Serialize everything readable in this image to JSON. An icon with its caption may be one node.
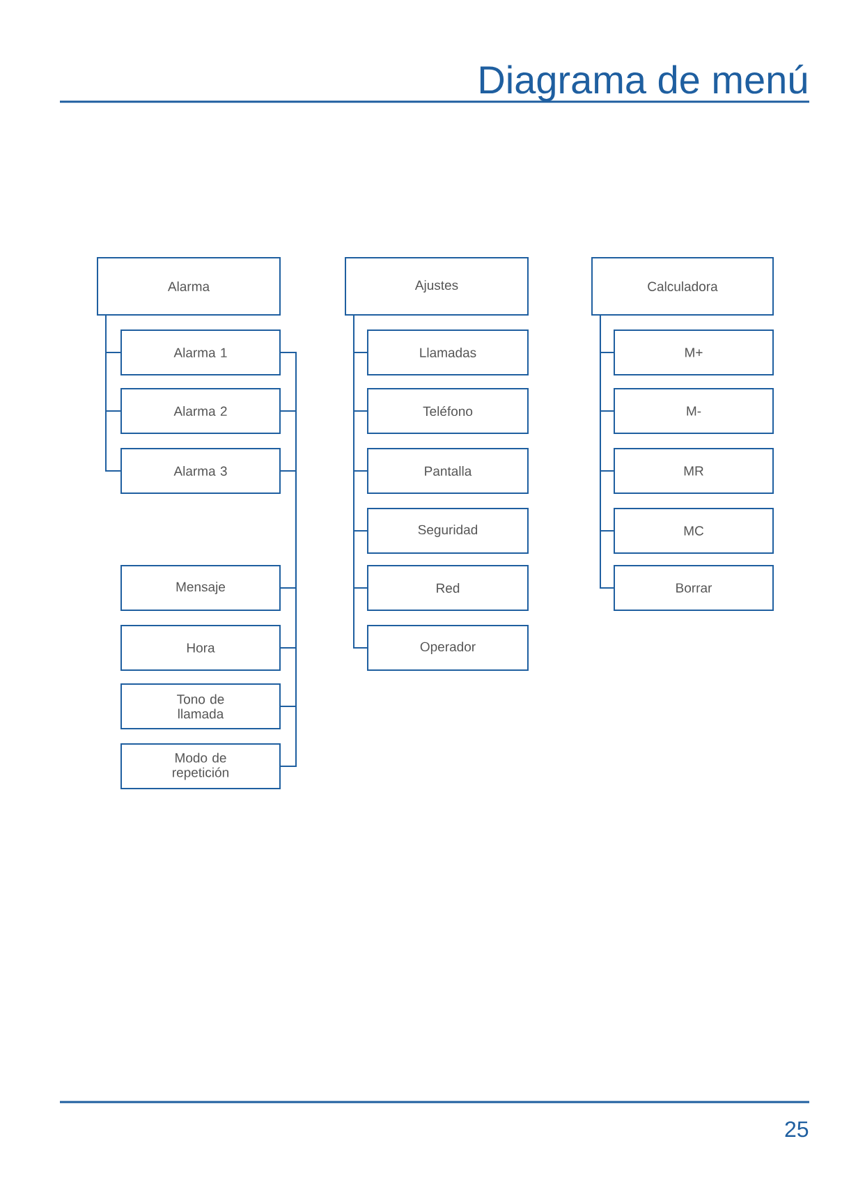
{
  "diagram": {
    "title": "Diagrama de menú",
    "nodes": [
      {
        "text": [
          "Alarma"
        ]
      },
      {
        "text": [
          "Alarma 1"
        ]
      },
      {
        "text": [
          "Alarma 2"
        ]
      },
      {
        "text": [
          "Alarma 3"
        ]
      },
      {
        "text": [
          "Mensaje"
        ]
      },
      {
        "text": [
          "Hora"
        ]
      },
      {
        "text": [
          "Tono de llamada"
        ]
      },
      {
        "text": [
          "Modo de repetición"
        ]
      },
      {
        "text": [
          "Ajustes"
        ]
      },
      {
        "text": [
          "Llamadas"
        ]
      },
      {
        "text": [
          "Teléfono"
        ]
      },
      {
        "text": [
          "Pantalla"
        ]
      },
      {
        "text": [
          "Seguridad"
        ]
      },
      {
        "text": [
          "Red"
        ]
      },
      {
        "text": [
          "Operador"
        ]
      },
      {
        "text": [
          "Calculadora"
        ]
      },
      {
        "text": [
          "M+"
        ]
      },
      {
        "text": [
          "M-"
        ]
      },
      {
        "text": [
          "MR"
        ]
      },
      {
        "text": [
          "MC"
        ]
      },
      {
        "text": [
          "Borrar"
        ]
      }
    ],
    "edges": [
      {
        "from": 0,
        "to": 1,
        "arrow": "none"
      },
      {
        "from": 0,
        "to": 2,
        "arrow": "none"
      },
      {
        "from": 0,
        "to": 3,
        "arrow": "none"
      },
      {
        "from": 1,
        "to": 4,
        "arrow": "none"
      },
      {
        "from": 1,
        "to": 5,
        "arrow": "none"
      },
      {
        "from": 1,
        "to": 6,
        "arrow": "none"
      },
      {
        "from": 1,
        "to": 7,
        "arrow": "none"
      },
      {
        "from": 2,
        "to": 4,
        "arrow": "none"
      },
      {
        "from": 2,
        "to": 5,
        "arrow": "none"
      },
      {
        "from": 2,
        "to": 6,
        "arrow": "none"
      },
      {
        "from": 2,
        "to": 7,
        "arrow": "none"
      },
      {
        "from": 3,
        "to": 4,
        "arrow": "none"
      },
      {
        "from": 3,
        "to": 5,
        "arrow": "none"
      },
      {
        "from": 3,
        "to": 6,
        "arrow": "none"
      },
      {
        "from": 3,
        "to": 7,
        "arrow": "none"
      },
      {
        "from": 8,
        "to": 9,
        "arrow": "none"
      },
      {
        "from": 8,
        "to": 10,
        "arrow": "none"
      },
      {
        "from": 8,
        "to": 11,
        "arrow": "none"
      },
      {
        "from": 8,
        "to": 12,
        "arrow": "none"
      },
      {
        "from": 8,
        "to": 13,
        "arrow": "none"
      },
      {
        "from": 8,
        "to": 14,
        "arrow": "none"
      },
      {
        "from": 15,
        "to": 16,
        "arrow": "none"
      },
      {
        "from": 15,
        "to": 17,
        "arrow": "none"
      },
      {
        "from": 15,
        "to": 18,
        "arrow": "none"
      },
      {
        "from": 15,
        "to": 19,
        "arrow": "none"
      },
      {
        "from": 15,
        "to": 20,
        "arrow": "none"
      }
    ],
    "labels": [
      "25"
    ]
  }
}
